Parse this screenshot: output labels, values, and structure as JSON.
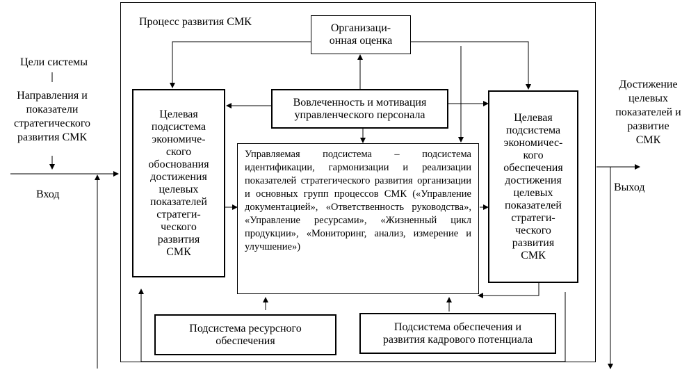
{
  "process_title": "Процесс развития СМК",
  "org_assessment": "Организаци-\nонная оценка",
  "involvement": "Вовлеченность и мотивация\nуправленческого персонала",
  "left_subsystem": "Целевая\nподсистема\nэкономиче-\nского\nобоснования\nдостижения\nцелевых\nпоказателей\nстратеги-\nческого\nразвития\nСМК",
  "right_subsystem": "Целевая\nподсистема\nэкономичес-\nкого\nобеспечения\nдостижения\nцелевых\nпоказателей\nстратеги-\nческого\nразвития\nСМК",
  "managed_subsystem": "Управляемая подсистема – подсистема идентификации, гармонизации и реализации показателей стратегического развития организации и основных групп процессов СМК («Управление документацией», «Ответственность руководства», «Управление ресурсами», «Жизненный цикл продукции», «Мониторинг, анализ, измерение и улучшение»)",
  "resource_subsystem": "Подсистема ресурсного\nобеспечения",
  "personnel_subsystem": "Подсистема обеспечения и\nразвития кадрового потенциала",
  "system_goals": "Цели системы",
  "directions": "Направления и\nпоказатели\nстратегического\nразвития СМК",
  "input_label": "Вход",
  "achievement": "Достижение\nцелевых\nпоказателей и\nразвитие\nСМК",
  "output_label": "Выход"
}
